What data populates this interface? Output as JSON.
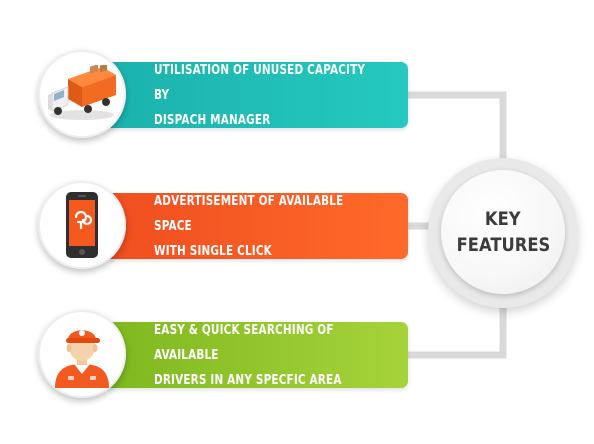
{
  "center": {
    "line1": "KEY",
    "line2": "FEATURES"
  },
  "features": [
    {
      "text": "UTILISATION OF UNUSED CAPACITY BY\nDISPACH MANAGER",
      "icon": "delivery-truck-icon",
      "color": "#1fbdb5"
    },
    {
      "text": "ADVERTISEMENT OF AVAILABLE SPACE\nWITH SINGLE CLICK",
      "icon": "smartphone-icon",
      "color": "#f65a24"
    },
    {
      "text": "EASY & QUICK SEARCHING OF AVAILABLE\nDRIVERS IN  ANY SPECFIC AREA",
      "icon": "delivery-driver-icon",
      "color": "#90c52b"
    }
  ]
}
